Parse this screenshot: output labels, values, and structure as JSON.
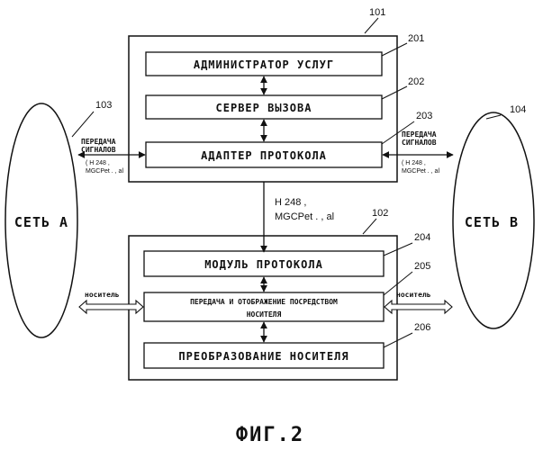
{
  "boxes": {
    "service_admin": "АДМИНИСТРАТОР УСЛУГ",
    "call_server": "СЕРВЕР ВЫЗОВА",
    "protocol_adapter": "АДАПТЕР ПРОТОКОЛА",
    "protocol_module": "МОДУЛЬ ПРОТОКОЛА",
    "bearer_transfer_line1": "ПЕРЕДАЧА И ОТОБРАЖЕНИЕ ПОСРЕДСТВОМ",
    "bearer_transfer_line2": "НОСИТЕЛЯ",
    "bearer_conversion": "ПРЕОБРАЗОВАНИЕ НОСИТЕЛЯ"
  },
  "refs": {
    "r101": "101",
    "r102": "102",
    "r103": "103",
    "r104": "104",
    "r201": "201",
    "r202": "202",
    "r203": "203",
    "r204": "204",
    "r205": "205",
    "r206": "206"
  },
  "networks": {
    "a": "СЕТЬ А",
    "b": "СЕТЬ В"
  },
  "links": {
    "signal_line1": "ПЕРЕДАЧА",
    "signal_line2": "СИГНАЛОВ",
    "signal_protocols": "( H 248 ,",
    "signal_protocols2": "MGCPet . , al",
    "bearer": "носитель",
    "center_proto_line1": "H 248 ,",
    "center_proto_line2": "MGCPet . , al"
  },
  "caption": "ФИГ.2"
}
